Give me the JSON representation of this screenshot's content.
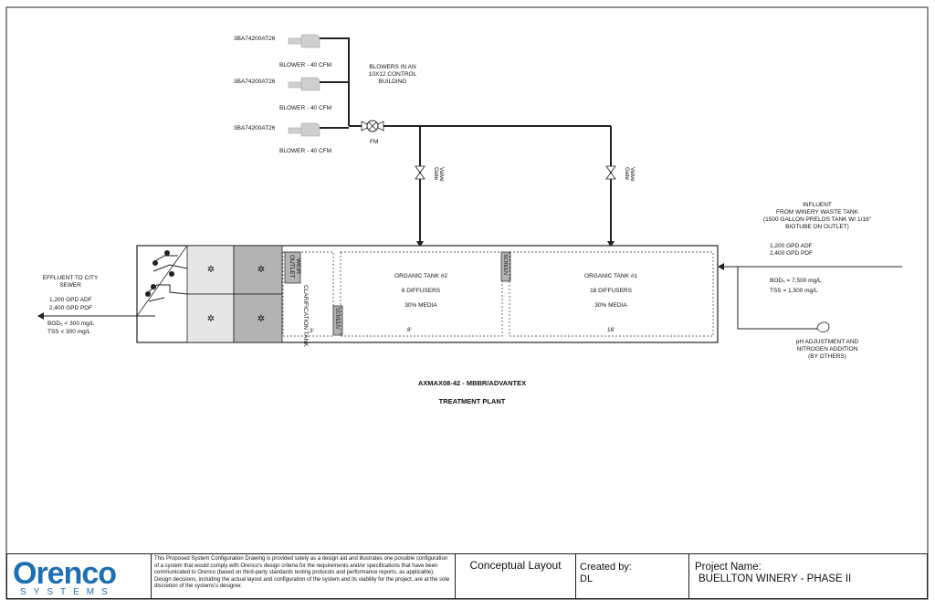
{
  "blowers": [
    {
      "model": "3BA74200AT26",
      "label": "BLOWER - 40 CFM"
    },
    {
      "model": "3BA74200AT26",
      "label": "BLOWER - 40 CFM"
    },
    {
      "model": "3BA74200AT26",
      "label": "BLOWER - 40 CFM"
    }
  ],
  "blower_building": [
    "BLOWERS IN AN",
    "10X12 CONTROL",
    "BUILDING"
  ],
  "flow_meter": "FM",
  "gate_valves": [
    {
      "lines": [
        "Gate",
        "Valve"
      ]
    },
    {
      "lines": [
        "Gate",
        "Valve"
      ]
    }
  ],
  "influent": {
    "heading": [
      "INFLUENT",
      "FROM WINERY WASTE TANK",
      "(1500 GALLON PRELOS TANK W/ 1/16\"",
      "BIOTUBE ON OUTLET)"
    ],
    "adf": "1,200 GPD ADF",
    "pdf": "2,400 GPD PDF",
    "bod": "BOD₅ = 7,500 mg/L",
    "tss": "TSS = 1,500 mg/L"
  },
  "effluent": {
    "heading": [
      "EFFLUENT TO CITY",
      "SEWER"
    ],
    "adf": "1,200 GPD ADF",
    "pdf": "2,400 GPD PDF",
    "bod": "BOD₅ < 300 mg/L",
    "tss": "TSS   < 300 mg/L"
  },
  "ph_note": [
    "pH ADJUSTMENT AND",
    "NITROGEN ADDITION",
    "(BY OTHERS)"
  ],
  "tanks": {
    "tank1": {
      "name": "ORGANIC TANK #1",
      "diffusers": "18 DIFFUSERS",
      "media": "30% MEDIA",
      "length": "16'"
    },
    "tank2": {
      "name": "ORGANIC TANK #2",
      "diffusers": "6 DIFFUSERS",
      "media": "30% MEDIA",
      "length": "8'"
    },
    "clarification": {
      "name": "CLARIFICATION TANK",
      "length": "3'"
    },
    "outlet_weir": [
      "OUTLET",
      "WEIR"
    ],
    "screen": "SCREEN"
  },
  "plant_title": "AXMAX08-42 - MBBR/ADVANTEX",
  "plant_subtitle": "TREATMENT PLANT",
  "title_block": {
    "logo_word": "Orenco",
    "logo_sub": "SYSTEMS",
    "disclaimer": "This Proposed System Configuration Drawing is provided solely as a design aid and illustrates one possible configuration of a system that would comply with Orenco's design criteria for the requirements and/or specifications that have been communicated to Orenco (based on third-party standards testing protocols and performance reports, as applicable). Design decisions, including the actual layout and configuration of the system and its viability for the project, are at the sole discretion of the systems's designer.",
    "layout_label": "Conceptual Layout",
    "created_label": "Created by:",
    "created_value": "DL",
    "project_label": "Project Name:",
    "project_value": "BUELLTON WINERY - PHASE II"
  },
  "colors": {
    "brand_blue": "#1f6fb5",
    "line": "#222222",
    "unit_light": "#e6e6e6",
    "unit_dark": "#b3b3b3"
  }
}
